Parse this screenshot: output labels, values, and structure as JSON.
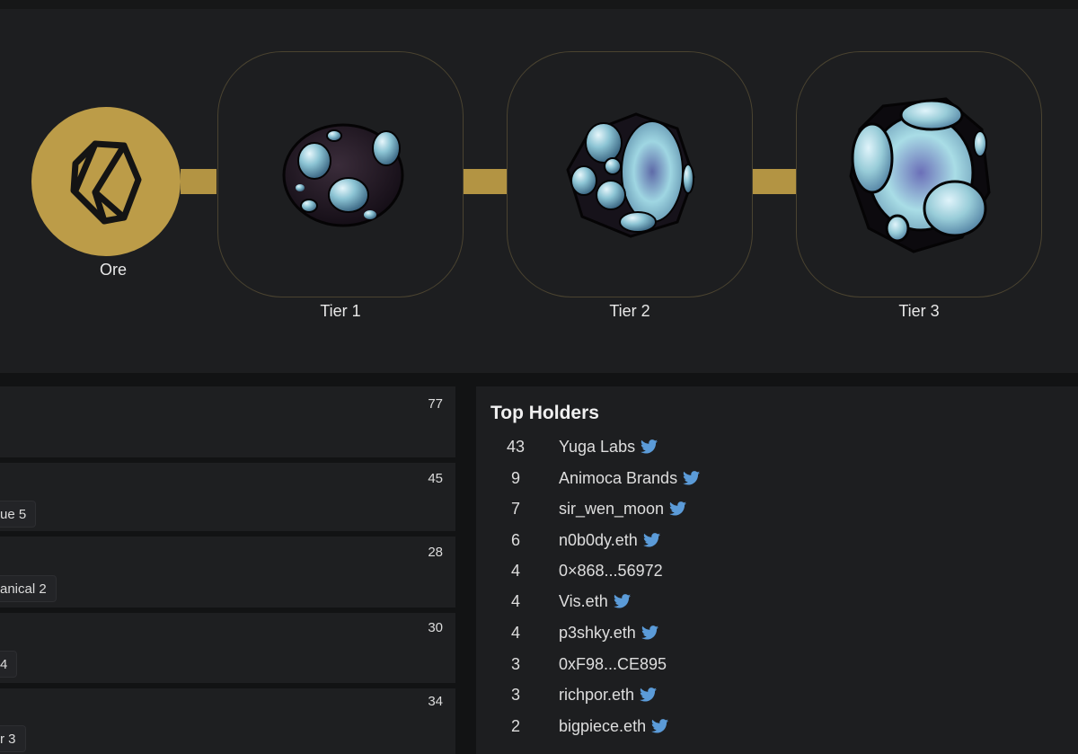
{
  "tiers": {
    "ore_label": "Ore",
    "items": [
      {
        "label": "Tier 1"
      },
      {
        "label": "Tier 2"
      },
      {
        "label": "Tier 3"
      }
    ]
  },
  "list": {
    "rows": [
      {
        "count": "77",
        "label": ""
      },
      {
        "count": "45",
        "label": "ue 5"
      },
      {
        "count": "28",
        "label": "anical 2"
      },
      {
        "count": "30",
        "label": "4"
      },
      {
        "count": "34",
        "label": "r 3"
      }
    ]
  },
  "holders": {
    "title": "Top Holders",
    "items": [
      {
        "count": "43",
        "name": "Yuga Labs",
        "twitter": true
      },
      {
        "count": "9",
        "name": "Animoca Brands",
        "twitter": true
      },
      {
        "count": "7",
        "name": "sir_wen_moon",
        "twitter": true
      },
      {
        "count": "6",
        "name": "n0b0dy.eth",
        "twitter": true
      },
      {
        "count": "4",
        "name": "0×868...56972",
        "twitter": false
      },
      {
        "count": "4",
        "name": "Vis.eth",
        "twitter": true
      },
      {
        "count": "4",
        "name": "p3shky.eth",
        "twitter": true
      },
      {
        "count": "3",
        "name": "0xF98...CE895",
        "twitter": false
      },
      {
        "count": "3",
        "name": "richpor.eth",
        "twitter": true
      },
      {
        "count": "2",
        "name": "bigpiece.eth",
        "twitter": true
      }
    ]
  },
  "colors": {
    "accent": "#bc9c48",
    "twitter": "#5b9bd8",
    "panel": "#1d1e20",
    "background": "#121314"
  }
}
